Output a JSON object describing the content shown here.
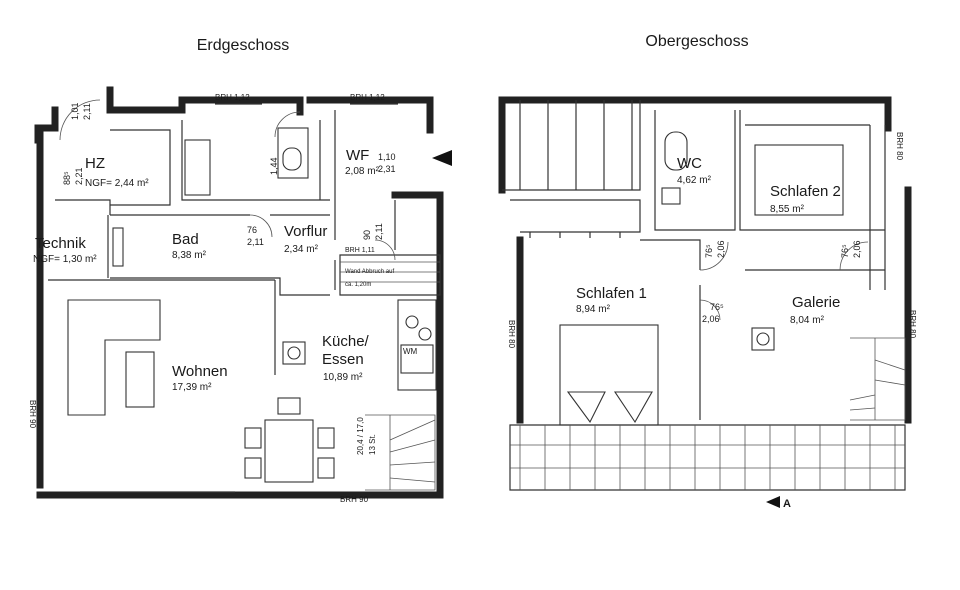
{
  "floors": {
    "ground": {
      "title": "Erdgeschoss",
      "rooms": {
        "hz": {
          "name": "HZ",
          "area": "NGF= 2,44 m²"
        },
        "technik": {
          "name": "Technik",
          "area": "NGF= 1,30 m²"
        },
        "bad": {
          "name": "Bad",
          "area": "8,38 m²"
        },
        "wf": {
          "name": "WF",
          "area": "2,08 m²"
        },
        "vorflur": {
          "name": "Vorflur",
          "area": "2,34 m²"
        },
        "wohnen": {
          "name": "Wohnen",
          "area": "17,39 m²"
        },
        "kueche_line1": "Küche/",
        "kueche_line2": "Essen",
        "kueche_area": "10,89 m²"
      },
      "labels": {
        "brh_top_left": "BRH 1,12",
        "brh_top_right": "BRH 1,12",
        "brh_bottom": "BRH 90",
        "brh_left": "BRH 90",
        "wand_abbruch": "Wand Abbruch auf",
        "wand_abbruch_dim": "ca. 1,20m",
        "wm": "WM",
        "stair": "20,4 / 17,0",
        "stair2": "13 St.",
        "dim_101": "1,01",
        "dim_211a": "2,11",
        "dim_885": "88⁵",
        "dim_221": "2,21",
        "dim_144": "1,44",
        "dim_110": "1,10",
        "dim_231": "2,31",
        "dim_76": "76",
        "dim_211b": "2,11",
        "dim_90": "90",
        "dim_211c": "2,11",
        "dim_brh111": "BRH 1,11"
      }
    },
    "upper": {
      "title": "Obergeschoss",
      "rooms": {
        "wc": {
          "name": "WC",
          "area": "4,62 m²"
        },
        "schlafen2": {
          "name": "Schlafen 2",
          "area": "8,55 m²"
        },
        "schlafen1": {
          "name": "Schlafen 1",
          "area": "8,94 m²"
        },
        "galerie": {
          "name": "Galerie",
          "area": "8,04 m²"
        }
      },
      "labels": {
        "brh_left": "BRH 80",
        "brh_right_top": "BRH 80",
        "brh_right": "BRH 80",
        "dim_765a": "76⁵",
        "dim_206a": "2,06",
        "dim_765b": "76⁵",
        "dim_206b": "2,06",
        "dim_765c": "76⁵",
        "dim_206c": "2,06",
        "section": "A"
      }
    }
  }
}
